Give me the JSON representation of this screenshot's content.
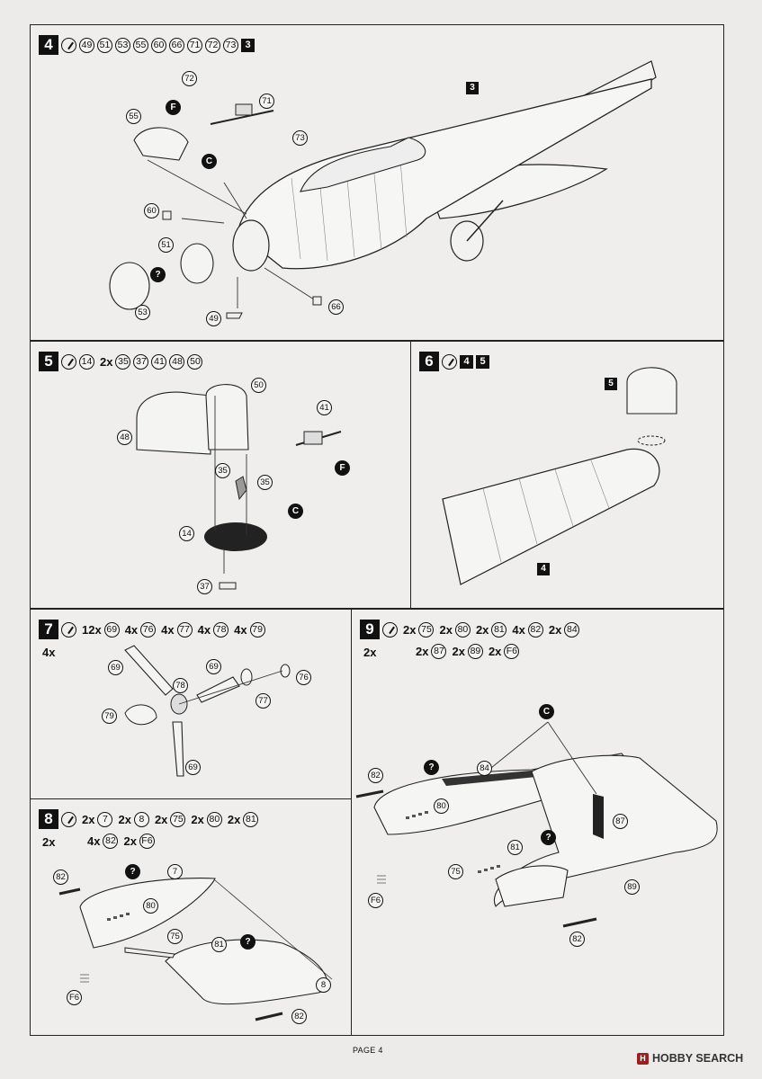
{
  "steps": {
    "s4": {
      "number": "4",
      "parts": [
        "49",
        "51",
        "53",
        "55",
        "60",
        "66",
        "71",
        "72",
        "73"
      ],
      "ref": "3",
      "labels": {
        "p55": "55",
        "p72": "72",
        "p71": "71",
        "p73": "73",
        "p60": "60",
        "p51": "51",
        "p53": "53",
        "p49": "49",
        "p66": "66"
      },
      "badges": {
        "f": "F",
        "c": "C",
        "q": "?"
      },
      "body_ref": "3"
    },
    "s5": {
      "number": "5",
      "lead": "14",
      "qty": "2x",
      "parts": [
        "35",
        "37",
        "41",
        "48",
        "50"
      ],
      "labels": {
        "p48": "48",
        "p50": "50",
        "p41": "41",
        "p35a": "35",
        "p35b": "35",
        "p14": "14",
        "p37": "37"
      },
      "badges": {
        "f": "F",
        "c": "C"
      }
    },
    "s6": {
      "number": "6",
      "refs": [
        "4",
        "5"
      ],
      "inner_top": "5",
      "inner_bottom": "4"
    },
    "s7": {
      "number": "7",
      "sub_qty": "4x",
      "items": [
        {
          "qty": "12x",
          "part": "69"
        },
        {
          "qty": "4x",
          "part": "76"
        },
        {
          "qty": "4x",
          "part": "77"
        },
        {
          "qty": "4x",
          "part": "78"
        },
        {
          "qty": "4x",
          "part": "79"
        }
      ],
      "labels": {
        "p69a": "69",
        "p69b": "69",
        "p78": "78",
        "p76": "76",
        "p77": "77",
        "p79": "79",
        "p69c": "69"
      }
    },
    "s8": {
      "number": "8",
      "sub_qty": "2x",
      "row1": [
        {
          "qty": "2x",
          "part": "7"
        },
        {
          "qty": "2x",
          "part": "8"
        },
        {
          "qty": "2x",
          "part": "75"
        },
        {
          "qty": "2x",
          "part": "80"
        },
        {
          "qty": "2x",
          "part": "81"
        }
      ],
      "row2": [
        {
          "qty": "4x",
          "part": "82"
        },
        {
          "qty": "2x",
          "part": "F6"
        }
      ],
      "labels": {
        "p82a": "82",
        "p7": "7",
        "p80": "80",
        "p75": "75",
        "p81": "81",
        "p8": "8",
        "p82b": "82",
        "pf6": "F6"
      },
      "badges": {
        "q1": "?",
        "q2": "?"
      }
    },
    "s9": {
      "number": "9",
      "sub_qty": "2x",
      "row1": [
        {
          "qty": "2x",
          "part": "75"
        },
        {
          "qty": "2x",
          "part": "80"
        },
        {
          "qty": "2x",
          "part": "81"
        },
        {
          "qty": "4x",
          "part": "82"
        },
        {
          "qty": "2x",
          "part": "84"
        }
      ],
      "row2": [
        {
          "qty": "2x",
          "part": "87"
        },
        {
          "qty": "2x",
          "part": "89"
        },
        {
          "qty": "2x",
          "part": "F6"
        }
      ],
      "labels": {
        "p82a": "82",
        "p80": "80",
        "p84": "84",
        "p87": "87",
        "p81": "81",
        "p75": "75",
        "pf6": "F6",
        "p89": "89",
        "p82b": "82"
      },
      "badges": {
        "c": "C",
        "q1": "?",
        "q2": "?"
      }
    }
  },
  "footer": {
    "page": "PAGE 4",
    "brand": "HOBBY SEARCH",
    "brand_mark": "H"
  }
}
